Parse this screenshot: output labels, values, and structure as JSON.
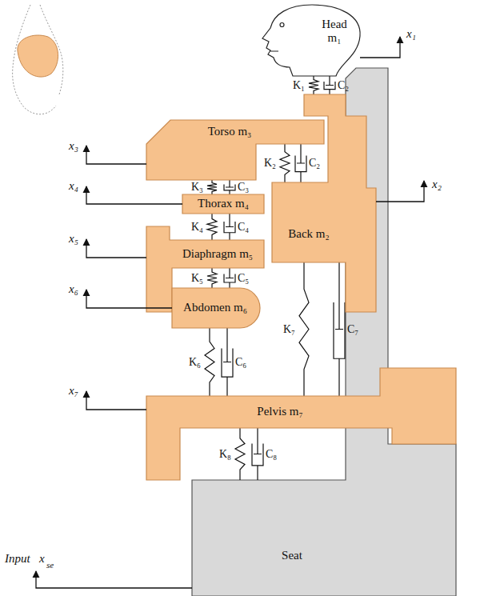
{
  "diagram": {
    "nodes": [
      {
        "text": [
          "Head m₁"
        ]
      },
      {
        "text": [
          "Torso m₃"
        ]
      },
      {
        "text": [
          "Back m₂"
        ]
      },
      {
        "text": [
          "Thorax m₄"
        ]
      },
      {
        "text": [
          "Diaphragm m₅"
        ]
      },
      {
        "text": [
          "Abdomen m₆"
        ]
      },
      {
        "text": [
          "Pelvis m₇"
        ]
      },
      {
        "text": [
          "Seat"
        ]
      }
    ],
    "edges": [
      {
        "from": 0,
        "to": 2,
        "label": "K₁",
        "arrow": "none"
      },
      {
        "from": 0,
        "to": 2,
        "label": "C₂",
        "arrow": "none"
      },
      {
        "from": 1,
        "to": 2,
        "label": "K₂",
        "arrow": "none"
      },
      {
        "from": 1,
        "to": 2,
        "label": "C₂",
        "arrow": "none"
      },
      {
        "from": 1,
        "to": 3,
        "label": "K₃",
        "arrow": "none"
      },
      {
        "from": 1,
        "to": 3,
        "label": "C₃",
        "arrow": "none"
      },
      {
        "from": 3,
        "to": 4,
        "label": "K₄",
        "arrow": "none"
      },
      {
        "from": 3,
        "to": 4,
        "label": "C₄",
        "arrow": "none"
      },
      {
        "from": 4,
        "to": 5,
        "label": "K₅",
        "arrow": "none"
      },
      {
        "from": 4,
        "to": 5,
        "label": "C₅",
        "arrow": "none"
      },
      {
        "from": 5,
        "to": 6,
        "label": "K₆",
        "arrow": "none"
      },
      {
        "from": 5,
        "to": 6,
        "label": "C₆",
        "arrow": "none"
      },
      {
        "from": 2,
        "to": 6,
        "label": "K₇",
        "arrow": "none"
      },
      {
        "from": 2,
        "to": 6,
        "label": "C₇",
        "arrow": "none"
      },
      {
        "from": 6,
        "to": 7,
        "label": "K₈",
        "arrow": "none"
      },
      {
        "from": 6,
        "to": 7,
        "label": "C₈",
        "arrow": "none"
      }
    ],
    "labels": [
      "x₁",
      "x₂",
      "x₃",
      "x₄",
      "x₅",
      "x₆",
      "x₇",
      "Input",
      "x",
      "se"
    ]
  }
}
